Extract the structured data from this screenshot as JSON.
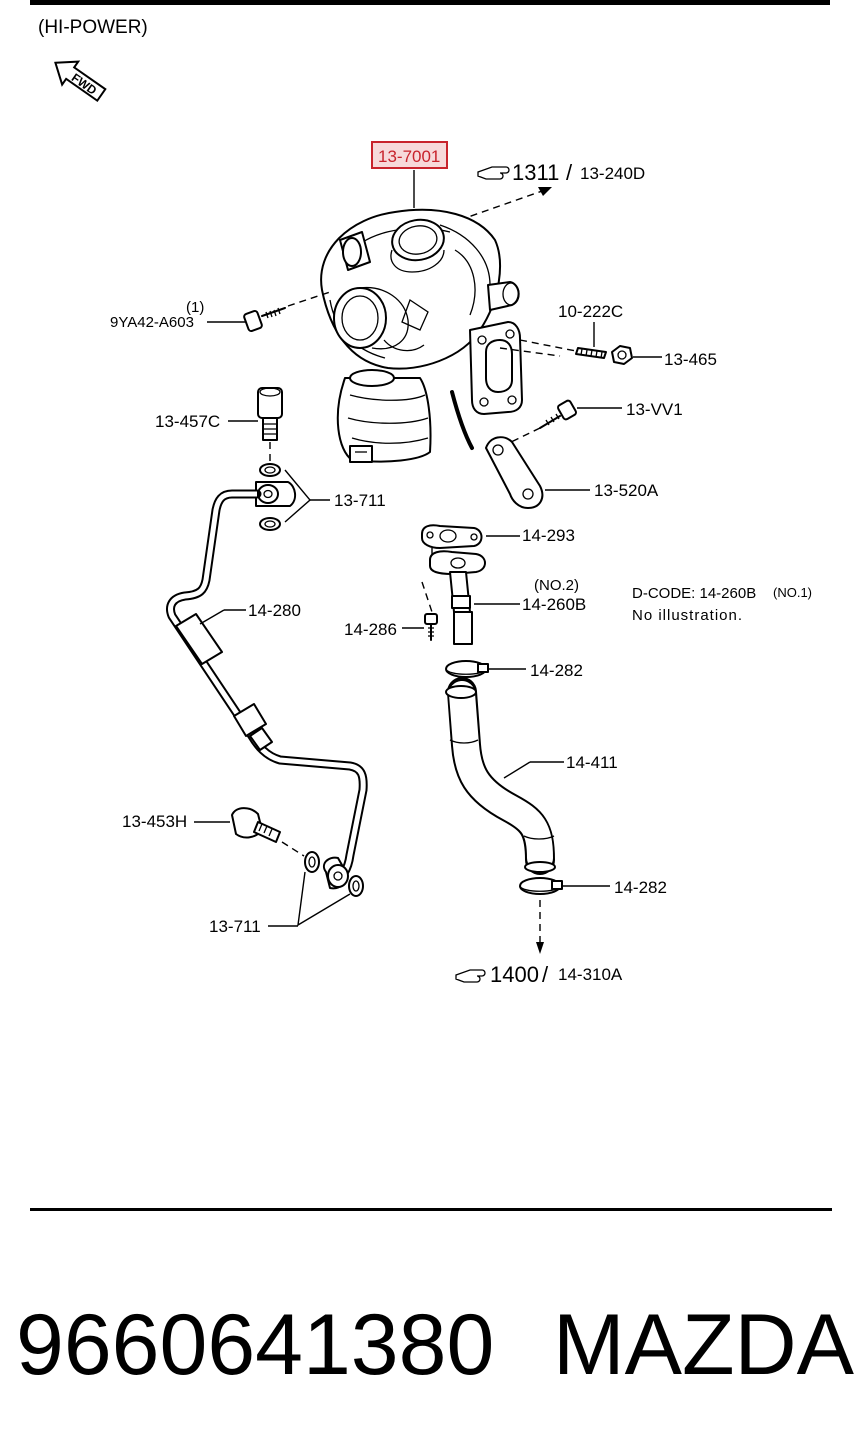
{
  "header": {
    "variant": "(HI-POWER)",
    "fwd": "FWD"
  },
  "ref_from": {
    "page": "1311",
    "code": "13-240D"
  },
  "ref_to": {
    "page": "1400",
    "code": "14-310A"
  },
  "parts": {
    "turbocharger": "13-7001",
    "bolt_qty": "(1)",
    "bolt": "9YA42-A603",
    "stud": "10-222C",
    "nut": "13-465",
    "bolt_vv1": "13-VV1",
    "bracket": "13-520A",
    "banjo_bolt_upper": "13-457C",
    "washer_upper": "13-711",
    "oil_pipe_in": "14-280",
    "gasket": "14-293",
    "oil_pipe_no2_tag": "(NO.2)",
    "oil_pipe_out": "14-260B",
    "bolt_286": "14-286",
    "clamp_upper": "14-282",
    "hose": "14-411",
    "clamp_lower": "14-282",
    "banjo_bolt_lower": "13-453H",
    "washer_lower": "13-711"
  },
  "note": {
    "dcode": "D-CODE: 14-260B",
    "dcode_tag": "(NO.1)",
    "no_illustration": "No illustration."
  },
  "footer": {
    "part_number": "9660641380",
    "brand": "MAZDA"
  },
  "colors": {
    "highlight": "#c8232c",
    "highlight_fill": "#f7d9da",
    "ink": "#000000"
  }
}
